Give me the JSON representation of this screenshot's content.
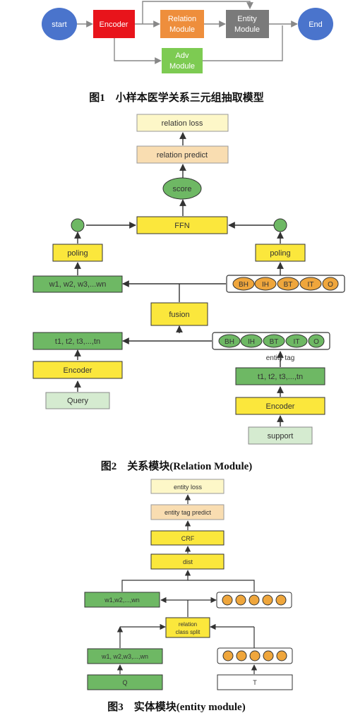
{
  "figure1": {
    "caption": "图1　小样本医学关系三元组抽取模型",
    "start": "start",
    "encoder": "Encoder",
    "relation_module_line1": "Relation",
    "relation_module_line2": "Module",
    "entity_module_line1": "Entity",
    "entity_module_line2": "Module",
    "end": "End",
    "adv_module_line1": "Adv",
    "adv_module_line2": "Module"
  },
  "figure2": {
    "caption": "图2　关系模块(Relation  Module)",
    "relation_loss": "relation loss",
    "relation_predict": "relation predict",
    "score": "score",
    "ffn": "FFN",
    "pooling_left": "poling",
    "pooling_right": "poling",
    "query_tokens": "w1, w2, w3,...wn",
    "tags_top": [
      "BH",
      "IH",
      "BT",
      "IT",
      "O"
    ],
    "fusion": "fusion",
    "query_embeddings": "t1, t2, t3,...,tn",
    "tags_bottom": [
      "BH",
      "IH",
      "BT",
      "IT",
      "O"
    ],
    "entity_tag": "entity tag",
    "query_encoder": "Encoder",
    "query": "Query",
    "support_embeddings": "t1, t2, t3,...,tn",
    "support_encoder": "Encoder",
    "support": "support"
  },
  "figure3": {
    "caption": "图3　实体模块(entity  module)",
    "entity_loss": "entity loss",
    "entity_tag_predict": "entity tag predict",
    "crf": "CRF",
    "dist": "dist",
    "tokens_top": "w1,w2,...,wn",
    "relation_class_split_line1": "relation",
    "relation_class_split_line2": "class split",
    "tokens_bottom": "w1, w2,w3,...,wn",
    "q": "Q",
    "t": "T"
  },
  "colors": {
    "start_end": "#4A74CC",
    "encoder_red": "#E8141B",
    "relation_orange": "#EE8E3C",
    "entity_gray": "#7A7A7A",
    "adv_green": "#7DCB52",
    "pale_yellow": "#FDF7C8",
    "peach": "#F9DDB1",
    "yellow": "#FBE73C",
    "mid_green": "#6EB864",
    "light_green": "#D5EBD0",
    "orange_circle": "#EFA63C"
  }
}
